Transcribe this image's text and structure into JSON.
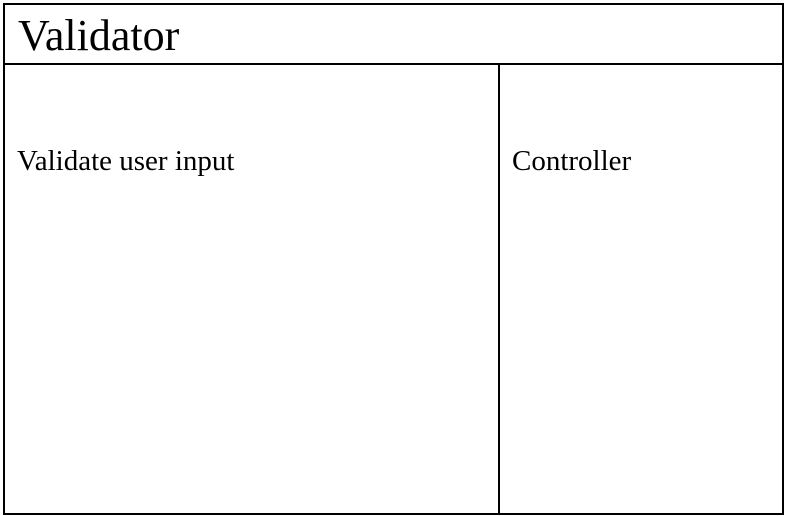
{
  "card": {
    "title": "Validator",
    "responsibilities": [
      "Validate user input"
    ],
    "collaborators": [
      "Controller"
    ]
  }
}
